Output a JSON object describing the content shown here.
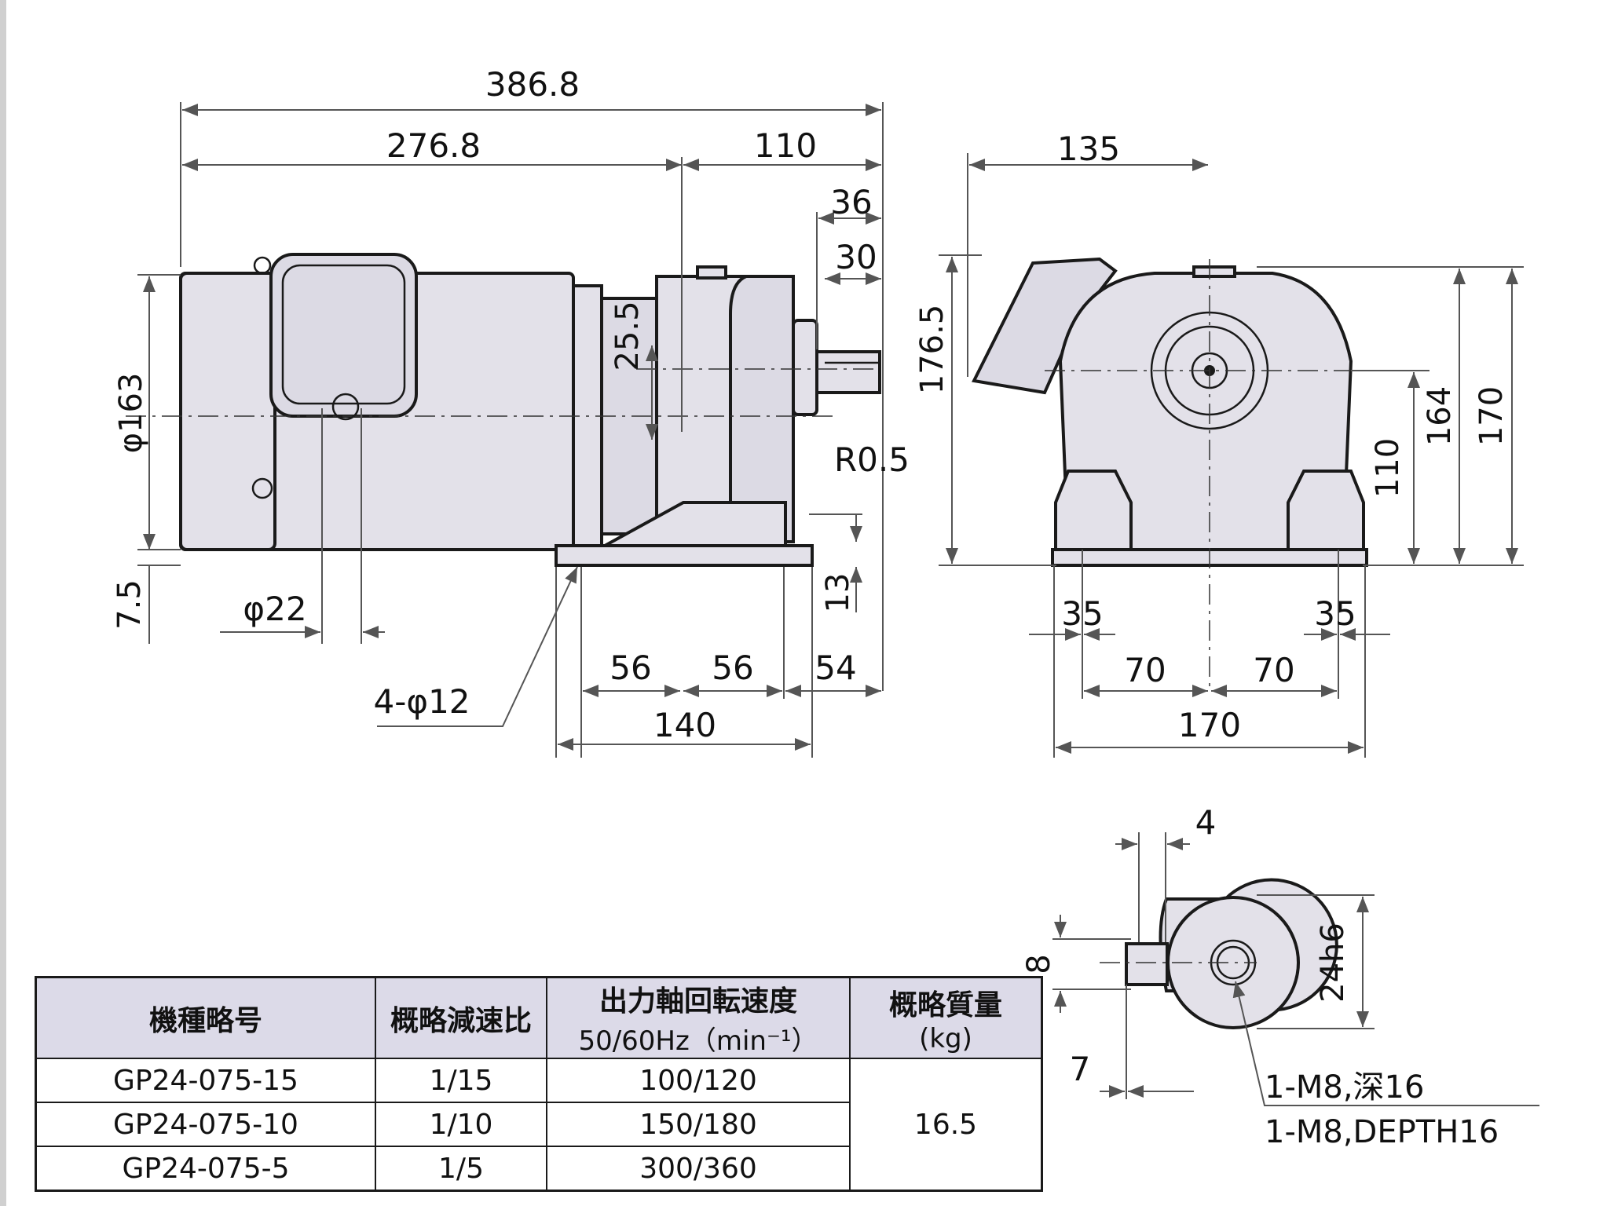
{
  "dimensions": {
    "overall_length": "386.8",
    "motor_length": "276.8",
    "gearhead_length": "110",
    "shaft_length": "36",
    "key_length": "30",
    "shaft_offset": "25.5",
    "motor_diameter": "φ163",
    "bottom_offset": "7.5",
    "terminal_diameter": "φ22",
    "mount_holes": "4-φ12",
    "radius": "R0.5",
    "foot_thickness": "13",
    "hole_pitch_1": "56",
    "hole_pitch_2": "56",
    "shaft_end": "54",
    "base_length": "140",
    "side_width_top": "135",
    "side_height_total": "176.5",
    "shaft_height": "110",
    "height_164": "164",
    "height_170": "170",
    "foot_left_35": "35",
    "foot_right_35": "35",
    "half_width_left": "70",
    "half_width_right": "70",
    "base_width": "170",
    "key_width": "4",
    "key_height": "8",
    "key_depth": "7",
    "shaft_tolerance": "24h6",
    "tap_note_jp": "1-M8,深16",
    "tap_note_en": "1-M8,DEPTH16"
  },
  "table": {
    "headers": {
      "model": "機種略号",
      "ratio": "概略減速比",
      "speed": "出力軸回転速度",
      "speed_sub": "50/60Hz（min⁻¹）",
      "mass": "概略質量",
      "mass_sub": "(kg)"
    },
    "rows": [
      {
        "model": "GP24-075-15",
        "ratio": "1/15",
        "speed": "100/120"
      },
      {
        "model": "GP24-075-10",
        "ratio": "1/10",
        "speed": "150/180"
      },
      {
        "model": "GP24-075-5",
        "ratio": "1/5",
        "speed": "300/360"
      }
    ],
    "mass_value": "16.5"
  }
}
